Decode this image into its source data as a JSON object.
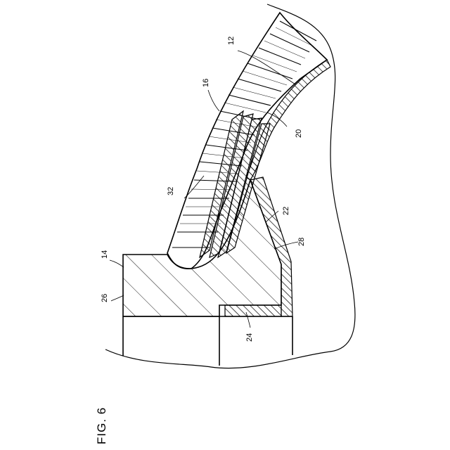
{
  "figure": {
    "title": "FIG. 6"
  },
  "labels": {
    "ref_12": "12",
    "ref_14": "14",
    "ref_16": "16",
    "ref_20": "20",
    "ref_22": "22",
    "ref_24": "24",
    "ref_26": "26",
    "ref_28": "28",
    "ref_32": "32"
  }
}
